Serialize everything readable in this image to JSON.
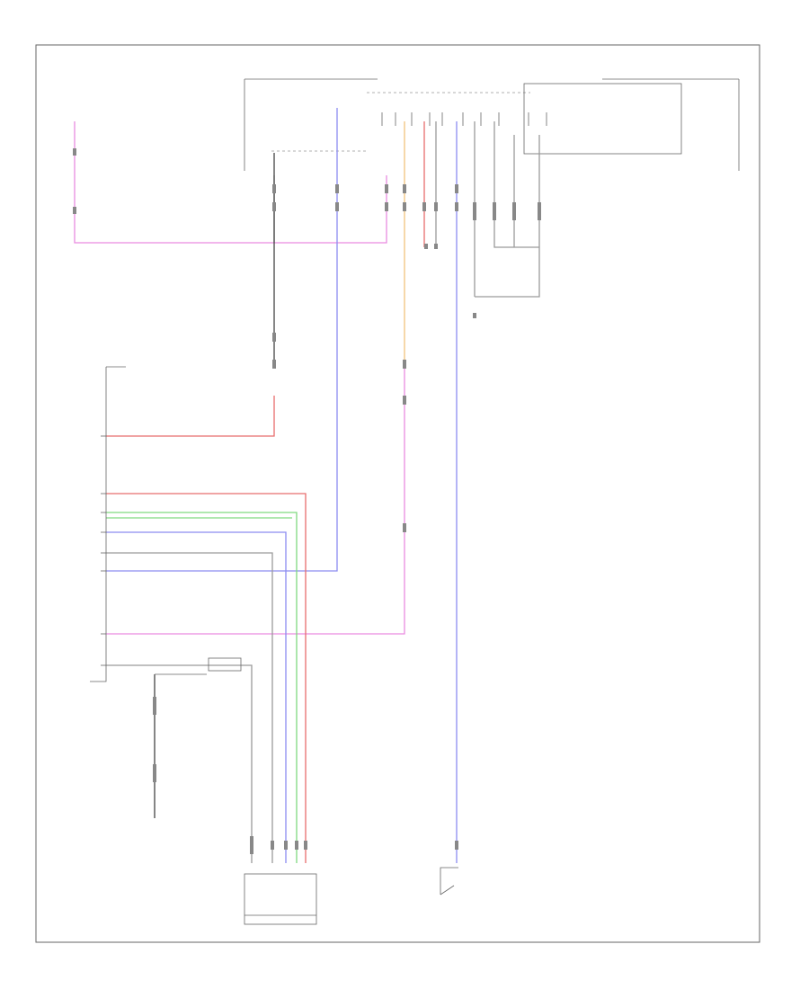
{
  "diagram": {
    "colors": {
      "pink": "#e98be0",
      "blue": "#8c8cf0",
      "red": "#e86d6d",
      "green": "#7fd97f",
      "orange": "#f1c27d",
      "gray": "#9a9a9a",
      "black": "#444444",
      "frame": "#666666"
    },
    "wire_colors_left_component": [
      "red",
      "red",
      "green",
      "blue",
      "blue",
      "pink",
      "gray"
    ],
    "bottom_connector_wire_colors": [
      "gray",
      "blue",
      "green",
      "red"
    ]
  }
}
